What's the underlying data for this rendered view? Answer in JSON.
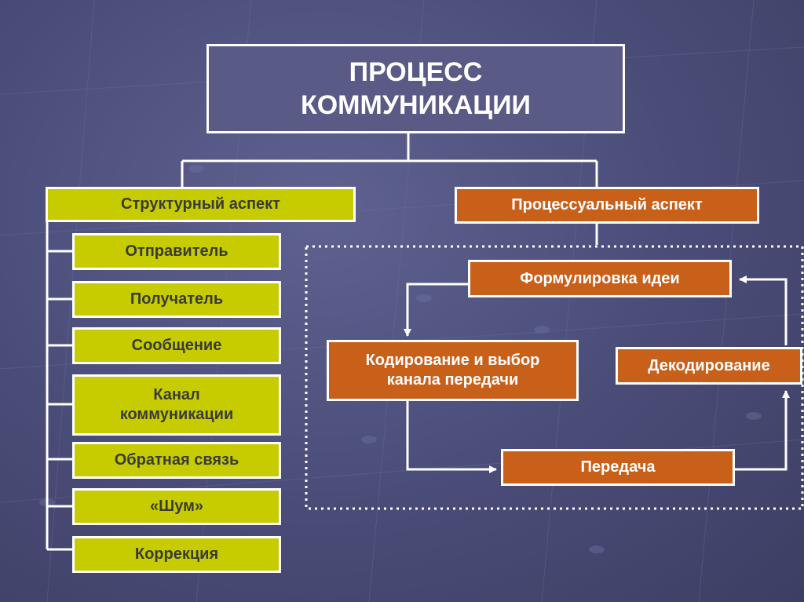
{
  "title": "ПРОЦЕСС\nКОММУНИКАЦИИ",
  "structural": {
    "heading": "Структурный аспект",
    "items": [
      "Отправитель",
      "Получатель",
      "Сообщение",
      "Канал\nкоммуникации",
      "Обратная связь",
      "«Шум»",
      "Коррекция"
    ]
  },
  "procedural": {
    "heading": "Процессуальный аспект",
    "steps": {
      "idea": "Формулировка идеи",
      "encoding": "Кодирование и выбор\nканала передачи",
      "transmission": "Передача",
      "decoding": "Декодирование"
    }
  },
  "colors": {
    "background": "#4d4f7c",
    "structural_fill": "#c6cc00",
    "procedural_fill": "#c9601a",
    "title_fill": "#5a5a86",
    "lines": "#ffffff"
  }
}
